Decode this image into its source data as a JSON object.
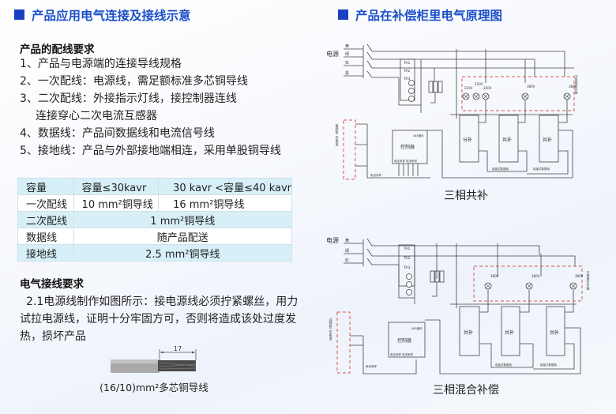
{
  "left": {
    "title": "产品应用电气连接及接线示意",
    "wiring_heading": "产品的配线要求",
    "wiring_items": [
      "1、产品与电源端的连接导线规格",
      "2、一次配线：电源线，需足额标准多芯铜导线",
      "3、二次配线：外接指示灯线，接控制器连线",
      "连接穿心二次电流互感器",
      "4、数据线：产品间数据线和电流信号线",
      "5、接地线：产品与外部接地端相连，采用单股铜导线"
    ],
    "table": {
      "header": [
        "容量",
        "容量≤30kavr",
        "30 kavr <容量≤40 kavr"
      ],
      "rows": [
        {
          "label": "一次配线",
          "values": [
            "10 mm²铜导线",
            "16 mm²铜导线"
          ]
        },
        {
          "label": "二次配线",
          "value": "1 mm²铜导线"
        },
        {
          "label": "数据线",
          "value": "随产品配送"
        },
        {
          "label": "接地线",
          "value": "2.5 mm²铜导线"
        }
      ]
    },
    "electrical_heading": "电气接线要求",
    "electrical_text": "2.1电源线制作如图所示：接电源线必须拧紧螺丝，用力试拉电源线，证明十分牢固方可，否则将造成该处过度发热，损坏产品",
    "cable": {
      "dimension": "17",
      "caption": "(16/10)mm²多芯铜导线"
    }
  },
  "right": {
    "title": "产品在补偿柜里电气原理图",
    "diagram1": {
      "caption": "三相共补",
      "power": "电源",
      "phases": [
        "黄",
        "绿",
        "红",
        "黑"
      ],
      "ta": [
        "TA1",
        "TA2",
        "TA3"
      ],
      "lamps": [
        "220V",
        "220V",
        "220V",
        "380V",
        "380V"
      ],
      "modules": [
        "分补",
        "共补",
        "共补"
      ],
      "controller": "控制器",
      "comm": "485通讯",
      "sampling": "电压采样  电流采样",
      "current_sampling": "电流采样",
      "data_line": "临接式数据线",
      "note": "不带用灯外接",
      "ct_note": "接线柜二次电流"
    },
    "diagram2": {
      "caption": "三相混合补偿",
      "power": "电源",
      "phases": [
        "黄",
        "绿",
        "红"
      ],
      "ta": [
        "TA1",
        "TA2",
        "TA3"
      ],
      "lamps": [
        "380V",
        "380V",
        "380V"
      ],
      "modules": [
        "共补",
        "共补",
        "共补"
      ],
      "controller": "控制器",
      "comm": "485通讯",
      "sampling": "电压采样  电流采样",
      "current_sampling": "电流采样",
      "data_line": "临接式数据线",
      "note": "不带用灯外接",
      "ct_note": "进线柜二次电流"
    }
  }
}
